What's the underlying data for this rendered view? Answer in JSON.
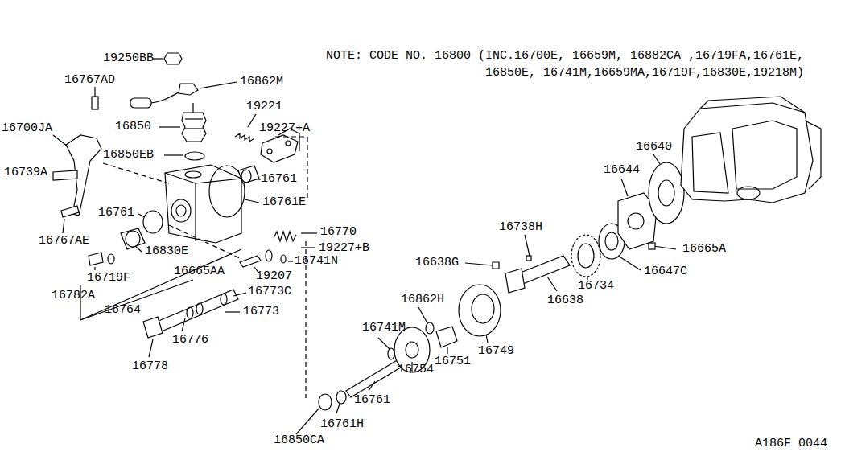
{
  "diagram": {
    "labels": [
      "NOTE: CODE NO. 16800 (INC.16700E, 16659M, 16882CA ,16719FA,16761E,",
      "16850E, 16741M,16659MA,16719F,16830E,19218M)",
      "19250BB",
      "16767AD",
      "16862M",
      "16850",
      "19221",
      "19227+A",
      "16700JA",
      "16850EB",
      "16739A",
      "16761",
      "16761E",
      "16761",
      "16770",
      "19227+B",
      "16767AE",
      "16830E",
      "16665AA",
      "16741N",
      "19207",
      "16719F",
      "16773C",
      "16782A",
      "16764",
      "16773",
      "16776",
      "16778",
      "16640",
      "16644",
      "16738H",
      "16665A",
      "16638G",
      "16647C",
      "16734",
      "16638",
      "16862H",
      "16741M",
      "16749",
      "16751",
      "16754",
      "16761",
      "16761H",
      "16850CA",
      "A186F 0044"
    ]
  }
}
